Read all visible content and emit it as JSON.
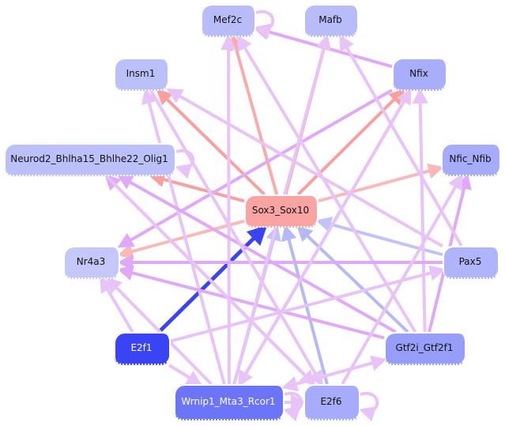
{
  "graph": {
    "nodes": [
      {
        "id": "mef2c",
        "label": "Mef2c",
        "color": "#b8bcf8",
        "text": "#111111"
      },
      {
        "id": "mafb",
        "label": "Mafb",
        "color": "#b8bcf8",
        "text": "#111111"
      },
      {
        "id": "insm1",
        "label": "Insm1",
        "color": "#bcc0f8",
        "text": "#111111"
      },
      {
        "id": "nfix",
        "label": "Nfix",
        "color": "#a9aefa",
        "text": "#111111"
      },
      {
        "id": "neurod2",
        "label": "Neurod2_Bhlha15_Bhlhe22_Olig1",
        "color": "#bcc0f8",
        "text": "#111111"
      },
      {
        "id": "nficnfib",
        "label": "Nfic_Nfib",
        "color": "#a6acfa",
        "text": "#111111"
      },
      {
        "id": "sox3",
        "label": "Sox3_Sox10",
        "color": "#f9a3a3",
        "text": "#111111"
      },
      {
        "id": "nr4a3",
        "label": "Nr4a3",
        "color": "#c4c7f8",
        "text": "#111111"
      },
      {
        "id": "pax5",
        "label": "Pax5",
        "color": "#b0b4fa",
        "text": "#111111"
      },
      {
        "id": "e2f1",
        "label": "E2f1",
        "color": "#3a44f5",
        "text": "#ffffff"
      },
      {
        "id": "gtf2i",
        "label": "Gtf2i_Gtf2f1",
        "color": "#979efa",
        "text": "#111111"
      },
      {
        "id": "wrnip1",
        "label": "Wrnip1_Mta3_Rcor1",
        "color": "#6c75f7",
        "text": "#ffffff"
      },
      {
        "id": "e2f6",
        "label": "E2f6",
        "color": "#a6acfa",
        "text": "#111111"
      }
    ],
    "edges": [
      {
        "from": "sox3",
        "to": "mef2c",
        "color": "#fbaaaa"
      },
      {
        "from": "sox3",
        "to": "mafb",
        "color": "#fbaaaa"
      },
      {
        "from": "sox3",
        "to": "insm1",
        "color": "#fa9e9e"
      },
      {
        "from": "sox3",
        "to": "nfix",
        "color": "#fa9e9e"
      },
      {
        "from": "sox3",
        "to": "neurod2",
        "color": "#fa9e9e"
      },
      {
        "from": "sox3",
        "to": "nficnfib",
        "color": "#fbb8b8"
      },
      {
        "from": "sox3",
        "to": "nr4a3",
        "color": "#fbb8b8"
      },
      {
        "from": "e2f1",
        "to": "sox3",
        "color": "#3a44f5"
      },
      {
        "from": "wrnip1",
        "to": "sox3",
        "color": "#c0c3f8"
      },
      {
        "from": "e2f6",
        "to": "sox3",
        "color": "#b5b9f8"
      },
      {
        "from": "gtf2i",
        "to": "sox3",
        "color": "#b5b9f8"
      },
      {
        "from": "pax5",
        "to": "sox3",
        "color": "#c0c3f8"
      },
      {
        "from": "nfix",
        "to": "mef2c",
        "color": "#e0a8f8"
      },
      {
        "from": "nfix",
        "to": "nr4a3",
        "color": "#e0a8f8"
      },
      {
        "from": "wrnip1",
        "to": "mef2c",
        "color": "#e8c3f8"
      },
      {
        "from": "wrnip1",
        "to": "nfix",
        "color": "#e8c3f8"
      },
      {
        "from": "wrnip1",
        "to": "insm1",
        "color": "#e8c3f8"
      },
      {
        "from": "wrnip1",
        "to": "nr4a3",
        "color": "#e8c3f8"
      },
      {
        "from": "wrnip1",
        "to": "gtf2i",
        "color": "#e8c3f8"
      },
      {
        "from": "wrnip1",
        "to": "e2f6",
        "color": "#e8c3f8"
      },
      {
        "from": "gtf2i",
        "to": "mef2c",
        "color": "#e8c3f8"
      },
      {
        "from": "gtf2i",
        "to": "nfix",
        "color": "#e8c3f8"
      },
      {
        "from": "gtf2i",
        "to": "nficnfib",
        "color": "#e0a8f8"
      },
      {
        "from": "gtf2i",
        "to": "nr4a3",
        "color": "#e0a8f8"
      },
      {
        "from": "gtf2i",
        "to": "neurod2",
        "color": "#e0a8f8"
      },
      {
        "from": "gtf2i",
        "to": "wrnip1",
        "color": "#e8c3f8"
      },
      {
        "from": "pax5",
        "to": "insm1",
        "color": "#e8c3f8"
      },
      {
        "from": "pax5",
        "to": "mafb",
        "color": "#e8c3f8"
      },
      {
        "from": "pax5",
        "to": "nr4a3",
        "color": "#e0a8f8"
      },
      {
        "from": "e2f6",
        "to": "nficnfib",
        "color": "#e8c3f8"
      },
      {
        "from": "e2f6",
        "to": "neurod2",
        "color": "#e0a8f8"
      },
      {
        "from": "e2f1",
        "to": "nr4a3",
        "color": "#e8c3f8"
      },
      {
        "from": "e2f1",
        "to": "wrnip1",
        "color": "#e8c3f8"
      },
      {
        "from": "neurod2",
        "to": "e2f6",
        "color": "#e8c3f8"
      },
      {
        "from": "insm1",
        "to": "e2f6",
        "color": "#e8c3f8"
      },
      {
        "from": "wrnip1",
        "to": "mafb",
        "color": "#e8c3f8"
      },
      {
        "from": "e2f1",
        "to": "pax5",
        "color": "#e8c3f8"
      },
      {
        "from": "nfix",
        "to": "wrnip1",
        "color": "#e8c3f8"
      }
    ],
    "self_loops": [
      "mef2c",
      "neurod2",
      "e2f6",
      "wrnip1"
    ]
  }
}
